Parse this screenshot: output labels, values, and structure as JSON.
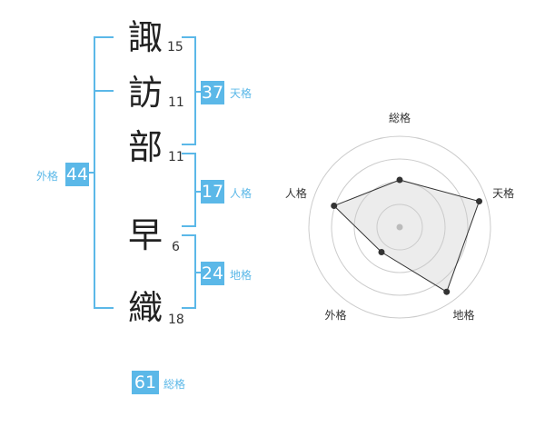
{
  "name": {
    "chars": [
      {
        "char": "諏",
        "strokes": "15"
      },
      {
        "char": "訪",
        "strokes": "11"
      },
      {
        "char": "部",
        "strokes": "11"
      },
      {
        "char": "早",
        "strokes": "6"
      },
      {
        "char": "織",
        "strokes": "18"
      }
    ]
  },
  "fortune": {
    "tenkaku": {
      "value": "37",
      "label": "天格"
    },
    "jinkaku": {
      "value": "17",
      "label": "人格"
    },
    "chikaku": {
      "value": "24",
      "label": "地格"
    },
    "gaikaku": {
      "value": "44",
      "label": "外格"
    },
    "soukaku": {
      "value": "61",
      "label": "総格"
    }
  },
  "chart_data": {
    "type": "radar",
    "axes": [
      "総格",
      "天格",
      "地格",
      "外格",
      "人格"
    ],
    "values": [
      2.6,
      4.6,
      4.4,
      1.7,
      3.8
    ],
    "max": 5,
    "rings": 4
  }
}
